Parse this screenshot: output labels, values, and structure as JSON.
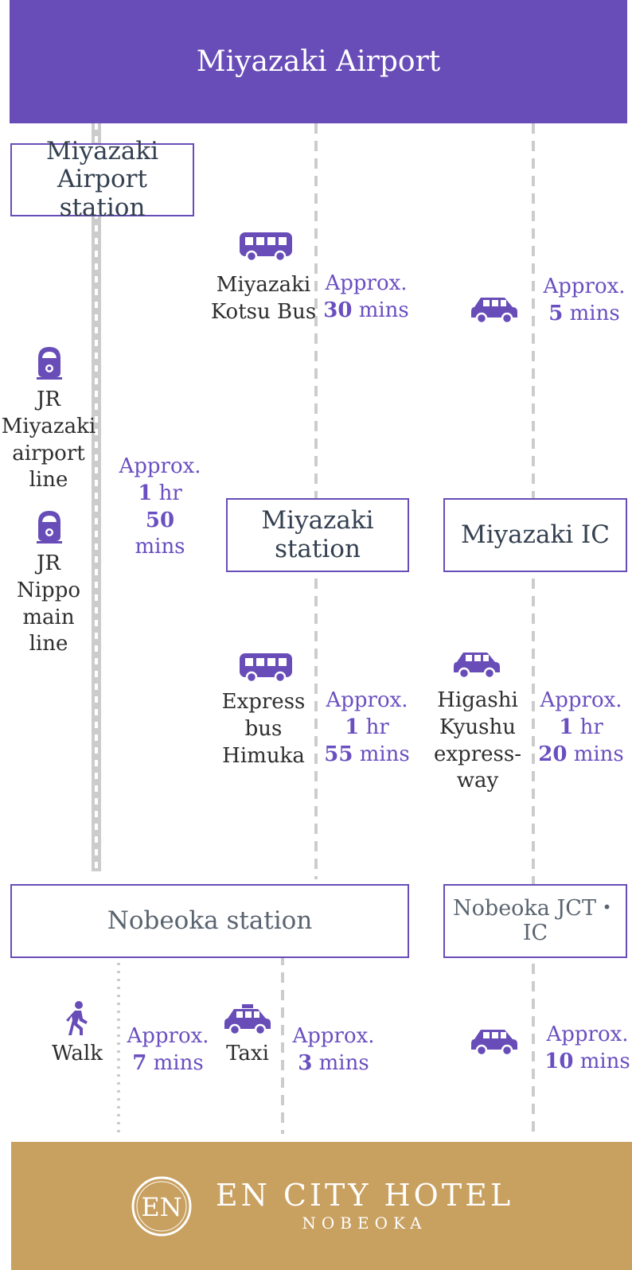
{
  "header": {
    "title": "Miyazaki Airport"
  },
  "nodes": {
    "airport_station": "Miyazaki Airport station",
    "miyazaki_station": "Miyazaki station",
    "miyazaki_ic": "Miyazaki IC",
    "nobeoka_station": "Nobeoka station",
    "nobeoka_jct": "Nobeoka JCT・IC"
  },
  "routes": {
    "kotsu_bus": {
      "label": "Miyazaki Kotsu Bus",
      "icon": "bus-icon",
      "time_prefix": "Approx.",
      "time_num": "30",
      "time_unit": "mins"
    },
    "car_to_ic": {
      "icon": "car-icon",
      "time_prefix": "Approx.",
      "time_num": "5",
      "time_unit": "mins"
    },
    "jr_airport": {
      "label": "JR Miyazaki airport line",
      "icon": "train-icon"
    },
    "jr_nippo": {
      "label": "JR Nippo main line",
      "icon": "train-icon"
    },
    "jr_time": {
      "time_prefix": "Approx.",
      "hr_num": "1",
      "hr_unit": "hr",
      "min_num": "50",
      "min_unit": "mins"
    },
    "express_bus": {
      "label": "Express bus Himuka",
      "icon": "bus-icon",
      "time_prefix": "Approx.",
      "hr_num": "1",
      "hr_unit": "hr",
      "min_num": "55",
      "min_unit": "mins"
    },
    "expressway": {
      "label": "Higashi Kyushu express-way",
      "icon": "car-icon",
      "time_prefix": "Approx.",
      "hr_num": "1",
      "hr_unit": "hr",
      "min_num": "20",
      "min_unit": "mins"
    },
    "walk": {
      "label": "Walk",
      "icon": "walk-icon",
      "time_prefix": "Approx.",
      "time_num": "7",
      "time_unit": "mins"
    },
    "taxi": {
      "label": "Taxi",
      "icon": "taxi-icon",
      "time_prefix": "Approx.",
      "time_num": "3",
      "time_unit": "mins"
    },
    "car_final": {
      "icon": "car-icon",
      "time_prefix": "Approx.",
      "time_num": "10",
      "time_unit": "mins"
    }
  },
  "footer": {
    "logo_text": "EN",
    "brand_title": "EN CITY HOTEL",
    "brand_sub": "NOBEOKA"
  },
  "colors": {
    "accent": "#684db8",
    "footer": "#c8a060",
    "line": "#cccccc"
  }
}
